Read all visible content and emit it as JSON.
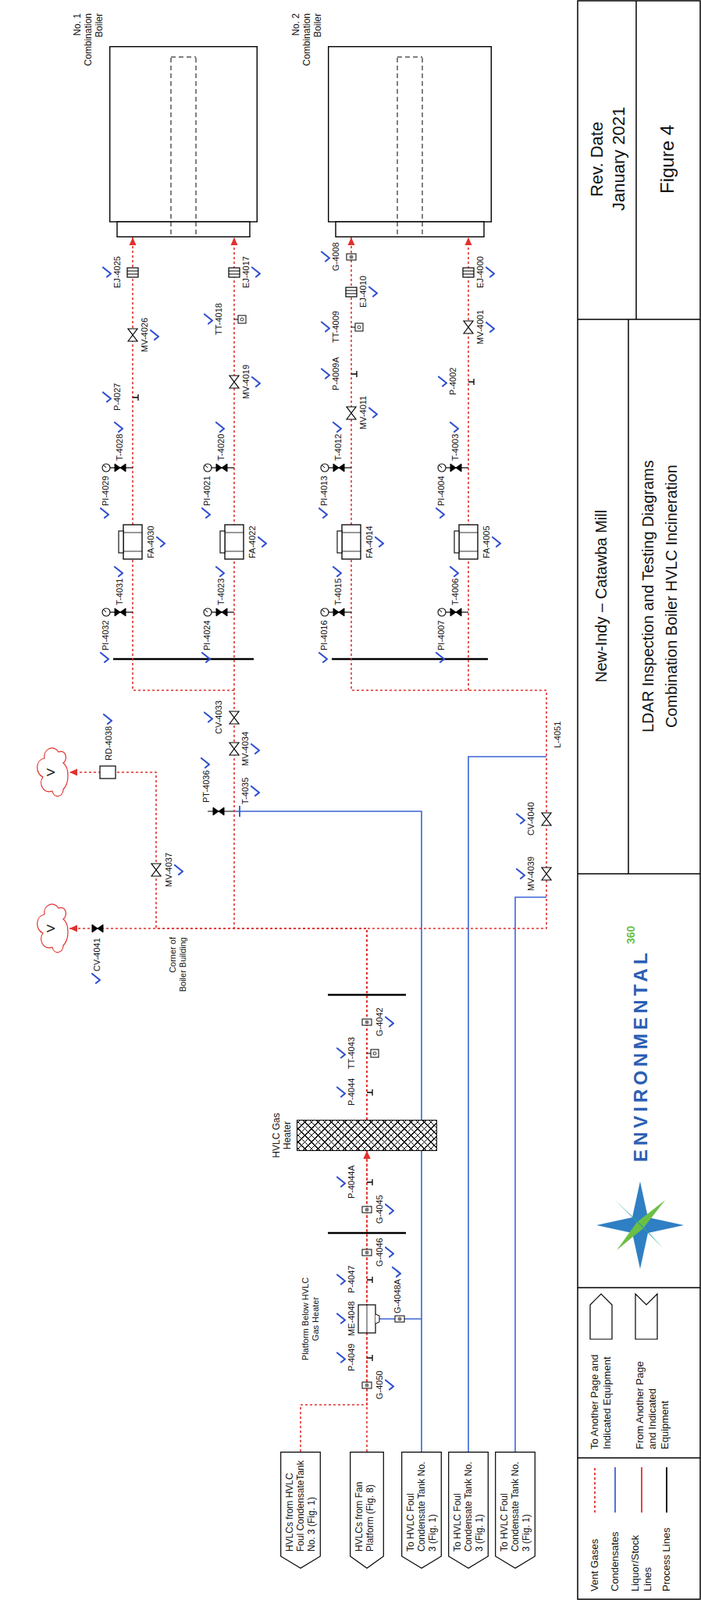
{
  "diagram": {
    "nodes": [
      {
        "text": [
          "HVLCs from HVLC Foul CondensateTank No. 3 (Fig. 1)"
        ]
      },
      {
        "text": [
          "HVLCs from Fan Platform (Fig. 8)"
        ]
      },
      {
        "text": [
          "To HVLC Foul Condensate Tank No. 3 (Fig. 1)"
        ]
      },
      {
        "text": [
          "To HVLC Foul Condensate Tank No. 3 (Fig. 1)"
        ]
      },
      {
        "text": [
          "To HVLC Foul Condensate Tank No. 3 (Fig. 1)"
        ]
      },
      {
        "text": [
          "HVLC Gas Heater"
        ]
      },
      {
        "text": [
          "V"
        ]
      },
      {
        "text": [
          "V"
        ]
      },
      {
        "text": [
          "No. 1 Combination Boiler"
        ]
      },
      {
        "text": [
          "No. 2 Combination Boiler"
        ]
      }
    ],
    "edges": [
      {
        "from": 0,
        "to": 5,
        "arrow": "to"
      },
      {
        "from": 1,
        "to": 5,
        "arrow": "to"
      },
      {
        "from": 5,
        "to": 6,
        "arrow": "to"
      },
      {
        "from": 5,
        "to": 7,
        "arrow": "to"
      },
      {
        "from": 5,
        "to": 8,
        "arrow": "to"
      },
      {
        "from": 5,
        "to": 9,
        "arrow": "to"
      }
    ],
    "labels": [
      "Platform Below HVLC Gas Heater",
      "G-4050",
      "P-4049",
      "ME-4048",
      "G-4048A",
      "P-4047",
      "G-4046",
      "G-4045",
      "P-4044A",
      "P-4044",
      "TT-4043",
      "G-4042",
      "Corner of Boiler Building",
      "CV-4041",
      "MV-4037",
      "RD-4038",
      "PT-4036",
      "T-4035",
      "MV-4034",
      "CV-4033",
      "MV-4039",
      "CV-4040",
      "L-4051",
      "PI-4032",
      "T-4031",
      "FA-4030",
      "PI-4029",
      "T-4028",
      "P-4027",
      "MV-4026",
      "EJ-4025",
      "PI-4024",
      "T-4023",
      "FA-4022",
      "PI-4021",
      "T-4020",
      "MV-4019",
      "TT-4018",
      "EJ-4017",
      "PI-4016",
      "T-4015",
      "FA-4014",
      "PI-4013",
      "T-4012",
      "MV-4011",
      "P-4009A",
      "TT-4009",
      "EJ-4010",
      "G-4008",
      "PI-4007",
      "T-4006",
      "FA-4005",
      "PI-4004",
      "T-4003",
      "P-4002",
      "MV-4001",
      "EJ-4000",
      "ENVIRONMENTAL",
      "360",
      "New-Indy – Catawba Mill",
      "LDAR Inspection and Testing Diagrams",
      "Combination Boiler HVLC Incineration",
      "Rev. Date",
      "January 2021",
      "Figure 4"
    ],
    "legend": [
      {
        "text": "Vent Gases"
      },
      {
        "text": "Condensates"
      },
      {
        "text": "Liquor/Stock Lines"
      },
      {
        "text": "Process Lines"
      },
      {
        "text": "To Another Page and Indicated Equipment"
      },
      {
        "text": "From Another Page and Indicated Equipment"
      }
    ]
  }
}
